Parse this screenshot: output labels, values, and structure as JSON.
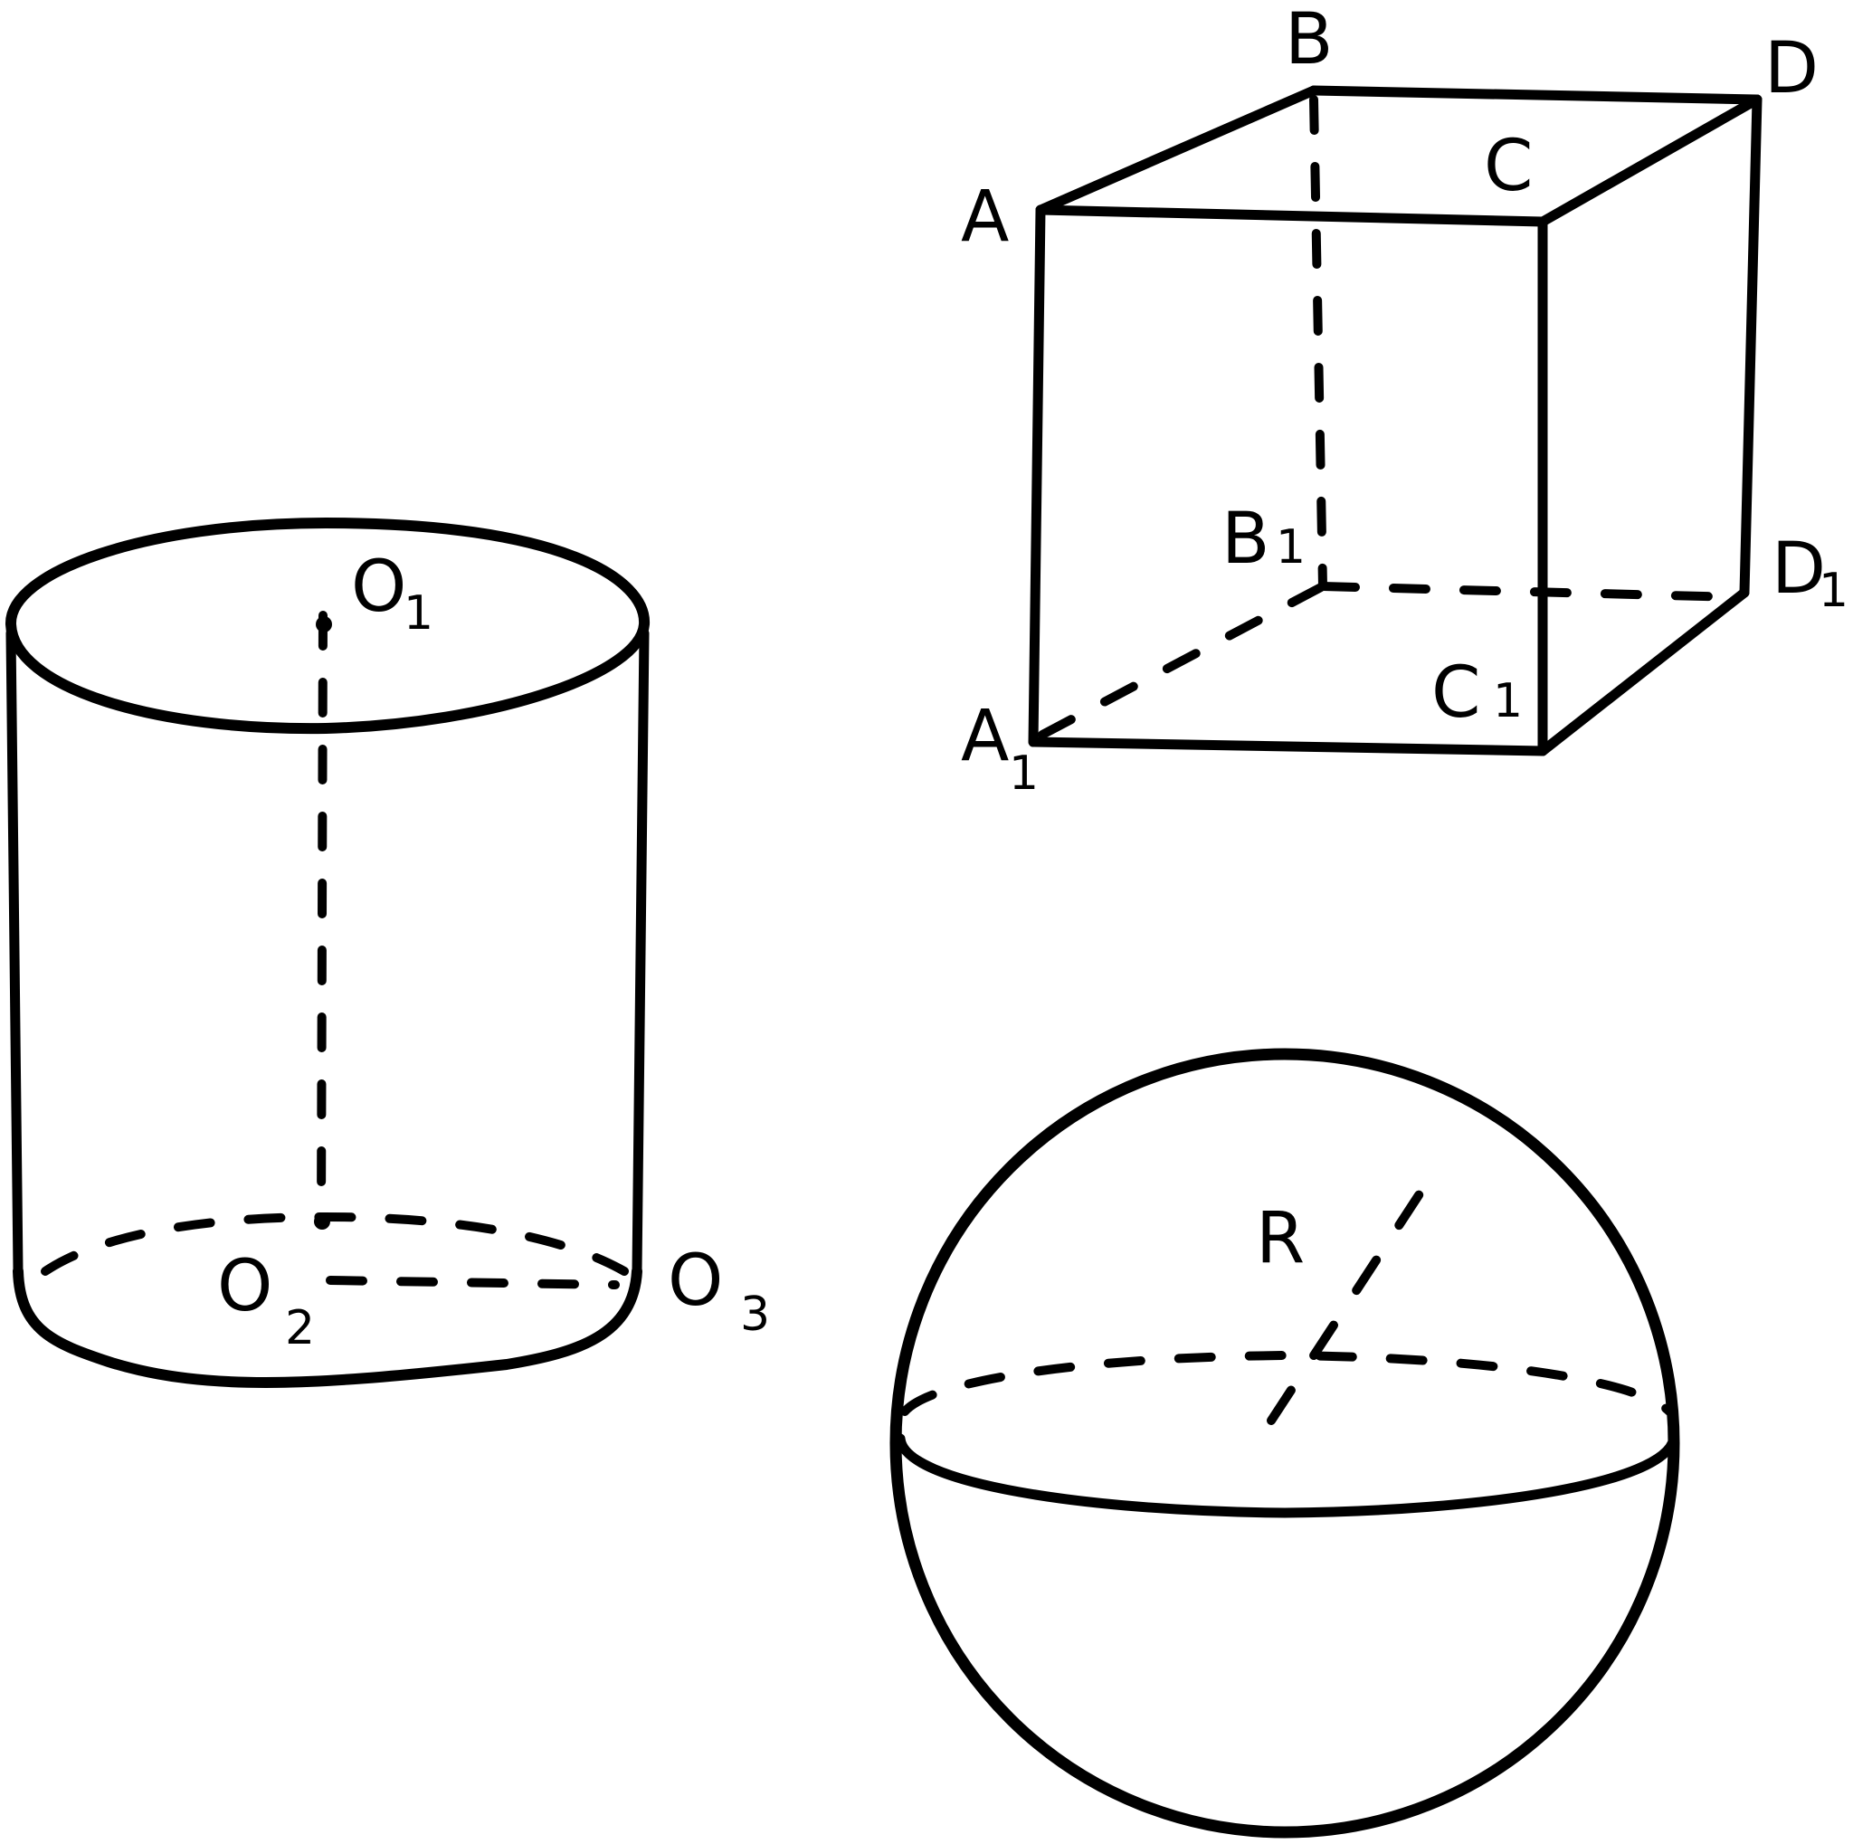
{
  "figures": {
    "cylinder": {
      "top_center": {
        "letter": "O",
        "subscript": "1"
      },
      "bottom_center": {
        "letter": "O",
        "subscript": "2"
      },
      "bottom_edge_point": {
        "letter": "O",
        "subscript": "3"
      }
    },
    "cube": {
      "top_vertices": [
        {
          "letter": "A",
          "subscript": ""
        },
        {
          "letter": "B",
          "subscript": ""
        },
        {
          "letter": "C",
          "subscript": ""
        },
        {
          "letter": "D",
          "subscript": ""
        }
      ],
      "bottom_vertices": [
        {
          "letter": "A",
          "subscript": "1"
        },
        {
          "letter": "B",
          "subscript": "1"
        },
        {
          "letter": "C",
          "subscript": "1"
        },
        {
          "letter": "D",
          "subscript": "1"
        }
      ]
    },
    "sphere": {
      "radius_label": "R"
    }
  },
  "colors": {
    "stroke": "#000000",
    "background": "#ffffff"
  }
}
